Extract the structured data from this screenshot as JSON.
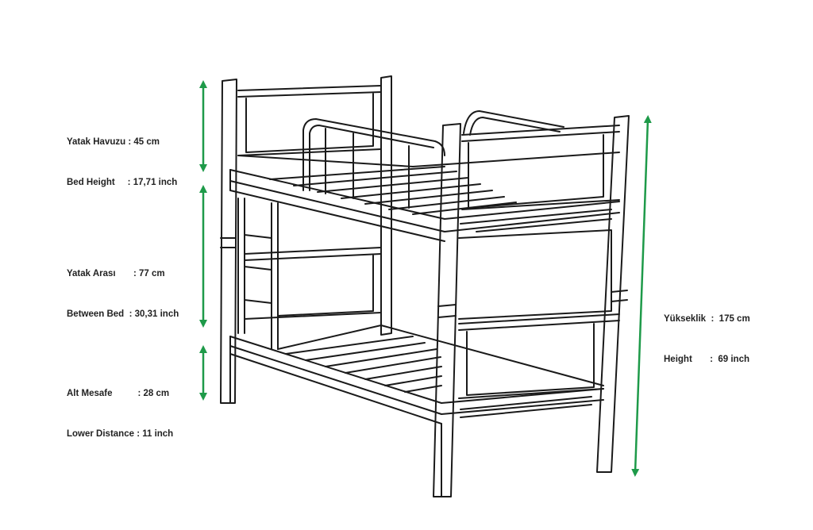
{
  "colors": {
    "arrow": "#1e9a49",
    "line": "#1a1a1a"
  },
  "dimensions": {
    "bed_height": {
      "line1": "Yatak Havuzu : 45 cm",
      "line2": "Bed Height     : 17,71 inch"
    },
    "between_bed": {
      "line1": "Yatak Arası       : 77 cm",
      "line2": "Between Bed  : 30,31 inch"
    },
    "lower_distance": {
      "line1": "Alt Mesafe          : 28 cm",
      "line2": "Lower Distance : 11 inch"
    },
    "height": {
      "line1": "Yükseklik  :  175 cm",
      "line2": "Height       :  69 inch"
    }
  }
}
